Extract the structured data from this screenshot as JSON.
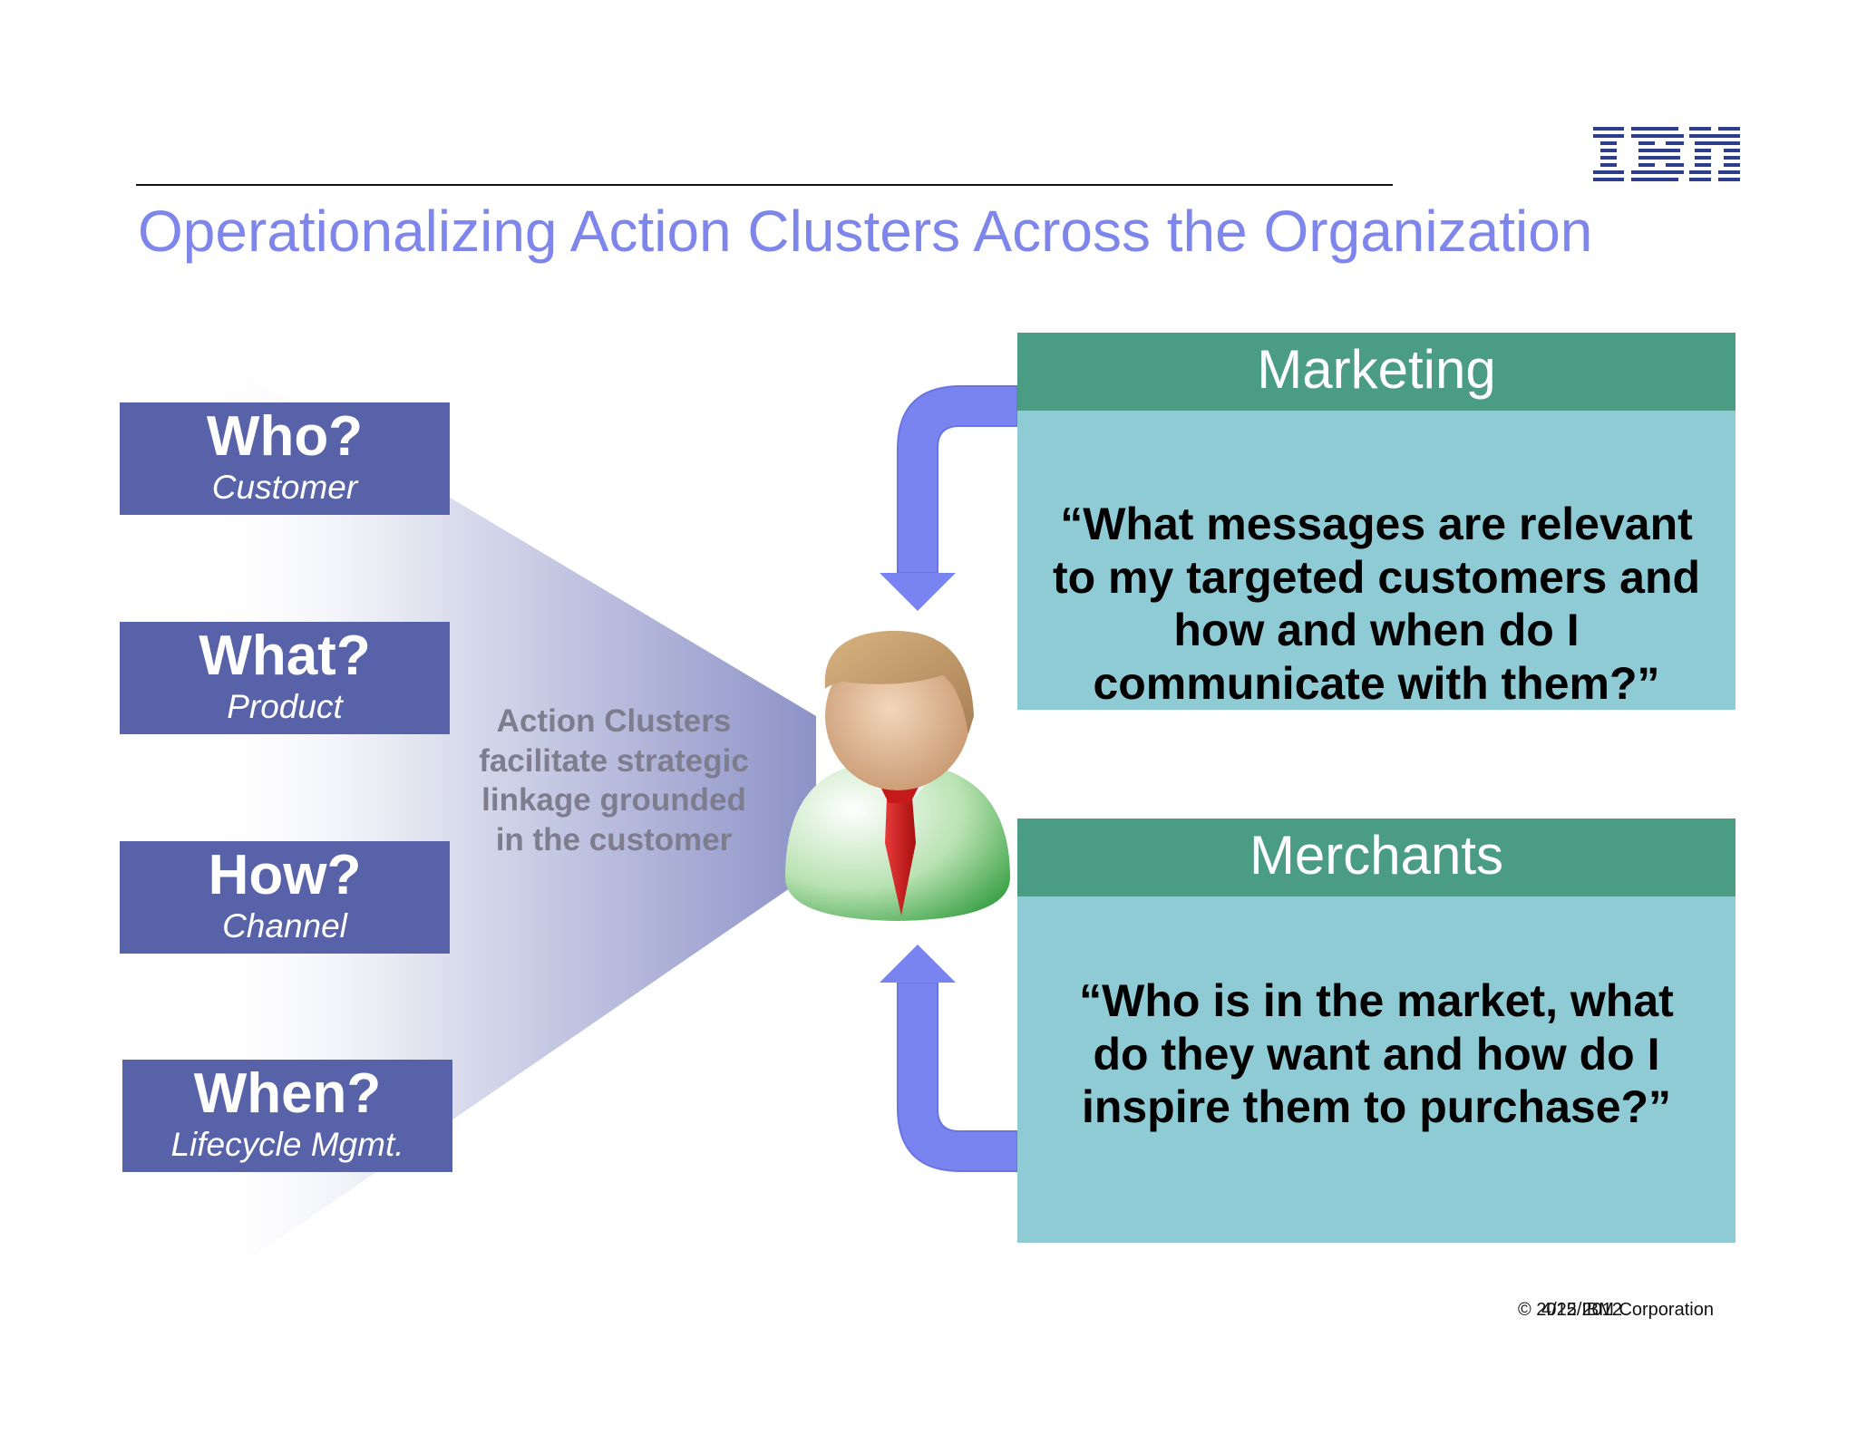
{
  "title": "Operationalizing Action Clusters Across the Organization",
  "logo": {
    "text": "IBM",
    "icon": "ibm-logo",
    "color": "#2e3e8c"
  },
  "questions": [
    {
      "q": "Who?",
      "sub": "Customer"
    },
    {
      "q": "What?",
      "sub": "Product"
    },
    {
      "q": "How?",
      "sub": "Channel"
    },
    {
      "q": "When?",
      "sub": "Lifecycle Mgmt."
    }
  ],
  "center_text": "Action Clusters facilitate strategic linkage grounded in the customer",
  "center_icon": "customer-person-icon",
  "departments": [
    {
      "name": "Marketing",
      "quote": "“What messages are relevant to my targeted customers and how and when do I communicate with them?”"
    },
    {
      "name": "Merchants",
      "quote": "“Who is in the market, what do they want and how do I inspire them to purchase?”"
    }
  ],
  "footer": {
    "copyright": "© 2012 IBM Corporation",
    "date": "4/25/2012"
  },
  "colors": {
    "title": "#7e86ec",
    "question_box": "#5862a8",
    "dept_header": "#4a9c82",
    "dept_body": "#8ecbd5",
    "arrow": "#7a84f0"
  }
}
